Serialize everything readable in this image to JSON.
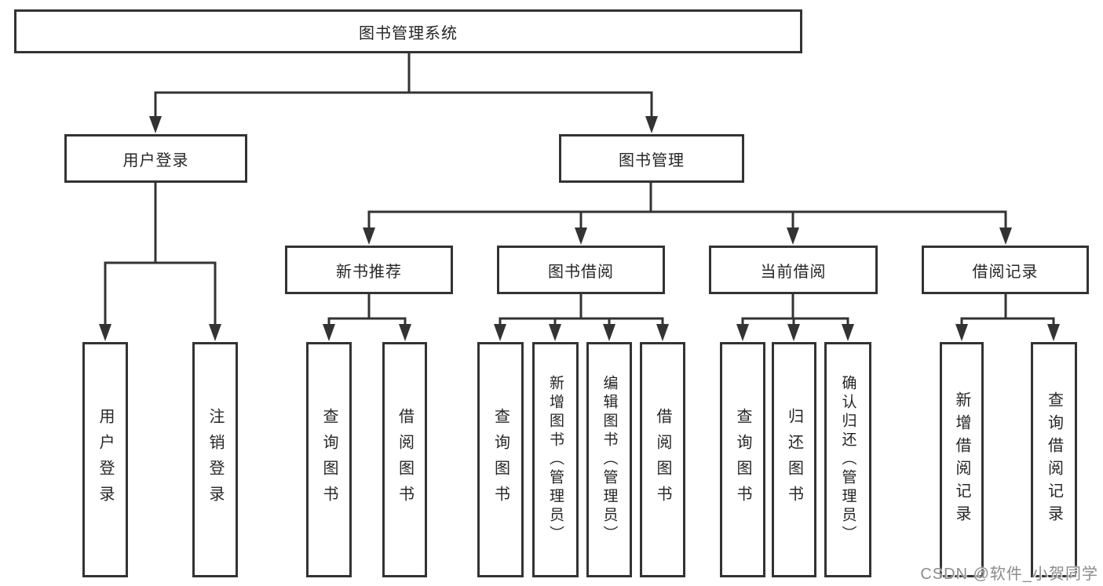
{
  "colors": {
    "line": "#333333",
    "box_border": "#333333",
    "text": "#262626",
    "watermark": "#8c8c8c"
  },
  "tree": {
    "root": {
      "label": "图书管理系统"
    },
    "children": [
      {
        "label": "用户登录",
        "children": [
          {
            "label": "用户登录"
          },
          {
            "label": "注销登录"
          }
        ]
      },
      {
        "label": "图书管理",
        "children": [
          {
            "label": "新书推荐",
            "children": [
              {
                "label": "查询图书"
              },
              {
                "label": "借阅图书"
              }
            ]
          },
          {
            "label": "图书借阅",
            "children": [
              {
                "label": "查询图书"
              },
              {
                "label": "新增图书（管理员）"
              },
              {
                "label": "编辑图书（管理员）"
              },
              {
                "label": "借阅图书"
              }
            ]
          },
          {
            "label": "当前借阅",
            "children": [
              {
                "label": "查询图书"
              },
              {
                "label": "归还图书"
              },
              {
                "label": "确认归还（管理员）"
              }
            ]
          },
          {
            "label": "借阅记录",
            "children": [
              {
                "label": "新增借阅记录"
              },
              {
                "label": "查询借阅记录"
              }
            ]
          }
        ]
      }
    ]
  },
  "watermark": {
    "text": "CSDN @软件_小贺同学"
  }
}
